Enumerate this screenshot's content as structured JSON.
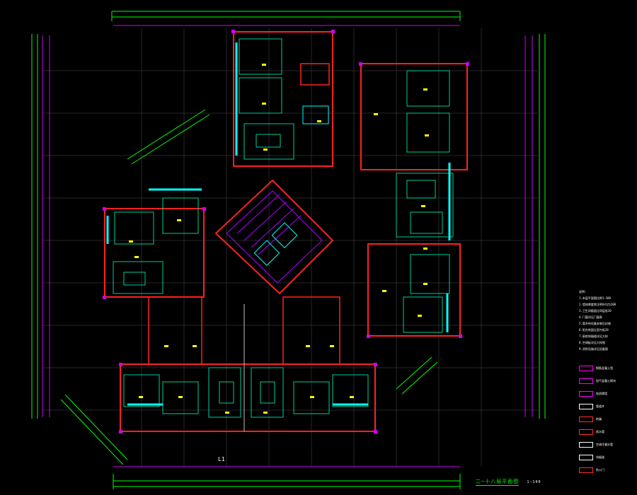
{
  "drawing": {
    "title": "二~十八层平面图",
    "scale": "1:100",
    "axis_marker": "L1",
    "colors": {
      "background": "#000000",
      "dimension": "#00ff00",
      "gridline": "#ffffff",
      "wall": "#ff2222",
      "partition": "#00ffff",
      "furniture": "#00cc99",
      "column": "#ff00ff",
      "stair": "#b000ff",
      "tag": "#ffff00"
    }
  },
  "notes": [
    "说明:",
    "1.本层平面图比例1:100",
    "2.墙体厚度除注明外均为200",
    "3.卫生间楼面比同层低20",
    "4.门窗详见门窗表",
    "5.管井待设备安装后封堵",
    "6.阳台地面比室内低20",
    "7.厨房排烟道详见大样",
    "8.空调板详见大样图",
    "9.消防设施详见设备图"
  ],
  "legend": [
    {
      "label": "钢筋混凝土墙",
      "color": "#ff00ff"
    },
    {
      "label": "加气混凝土砌块",
      "color": "#ff00ff"
    },
    {
      "label": "轻质隔墙",
      "color": "#ff00ff"
    },
    {
      "label": "管道井",
      "color": "#ffffff"
    },
    {
      "label": "地漏",
      "color": "#ff3030"
    },
    {
      "label": "雨水管",
      "color": "#ff3030"
    },
    {
      "label": "空调冷凝水管",
      "color": "#ffffff"
    },
    {
      "label": "排烟道",
      "color": "#ffffff"
    },
    {
      "label": "防火门",
      "color": "#ff3030"
    }
  ]
}
